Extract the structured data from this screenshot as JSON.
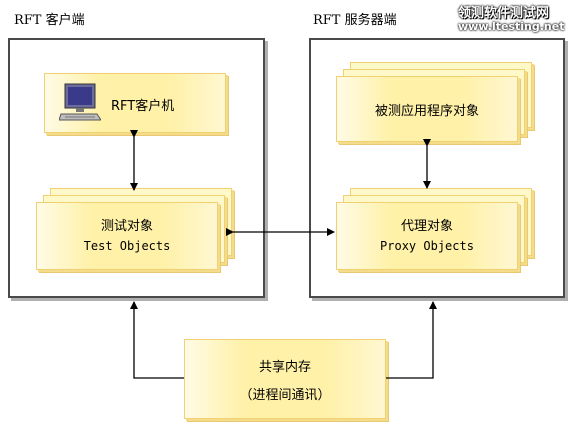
{
  "client": {
    "title": "RFT 客户端",
    "computer_label": "RFT客户机",
    "objects_label_cn": "测试对象",
    "objects_label_en": "Test Objects"
  },
  "server": {
    "title": "RFT 服务器端",
    "app_label": "被测应用程序对象",
    "objects_label_cn": "代理对象",
    "objects_label_en": "Proxy Objects"
  },
  "shared_memory": {
    "label_cn": "共享内存",
    "label_sub": "（进程间通讯）"
  },
  "watermark": {
    "line1": "领测软件测试网",
    "line2": "www.ltesting.net"
  },
  "colors": {
    "card_fill": "#fff1a8",
    "card_border": "#f0d070",
    "region_border": "#4a4a4a",
    "arrow": "#000000"
  },
  "icons": [
    "computer-icon"
  ]
}
